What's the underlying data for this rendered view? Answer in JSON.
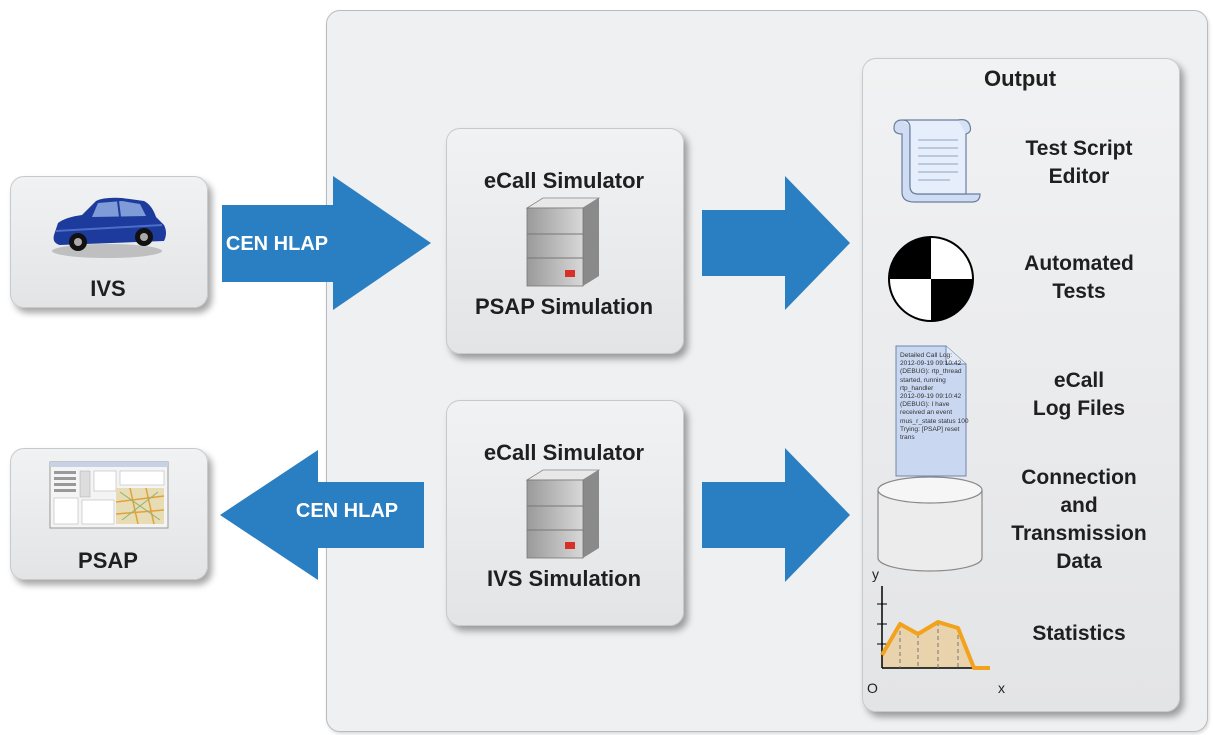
{
  "ivs_box": {
    "label": "IVS"
  },
  "psap_box": {
    "label": "PSAP"
  },
  "arrows": {
    "top_label": "CEN HLAP",
    "bottom_label": "CEN HLAP"
  },
  "simulators": [
    {
      "title": "eCall Simulator",
      "subtitle": "PSAP Simulation"
    },
    {
      "title": "eCall Simulator",
      "subtitle": "IVS Simulation"
    }
  ],
  "output": {
    "title": "Output",
    "items": [
      {
        "label_lines": [
          "Test Script",
          "Editor"
        ],
        "icon": "scroll-icon"
      },
      {
        "label_lines": [
          "Automated",
          "Tests"
        ],
        "icon": "target-icon"
      },
      {
        "label_lines": [
          "eCall",
          "Log Files"
        ],
        "icon": "log-file-icon"
      },
      {
        "label_lines": [
          "Connection",
          "and",
          "Transmission",
          "Data"
        ],
        "icon": "database-icon"
      },
      {
        "label_lines": [
          "Statistics"
        ],
        "icon": "chart-icon"
      }
    ],
    "log_file_text": "Detailed Call Log:\n2012-09-19 09:10:42\n(DEBUG): rtp_thread\nstarted, running\nrtp_handler\n2012-09-19 09:10:42\n(DEBUG): I have\nreceived an event\nmus_r_state status 100\nTrying: [PSAP] reset\ntrans",
    "chart_axis": {
      "y": "y",
      "x": "x",
      "origin": "O"
    }
  },
  "colors": {
    "arrow": "#2a7ec2",
    "car": "#1d3b9c",
    "panel": "#eef0f1"
  }
}
